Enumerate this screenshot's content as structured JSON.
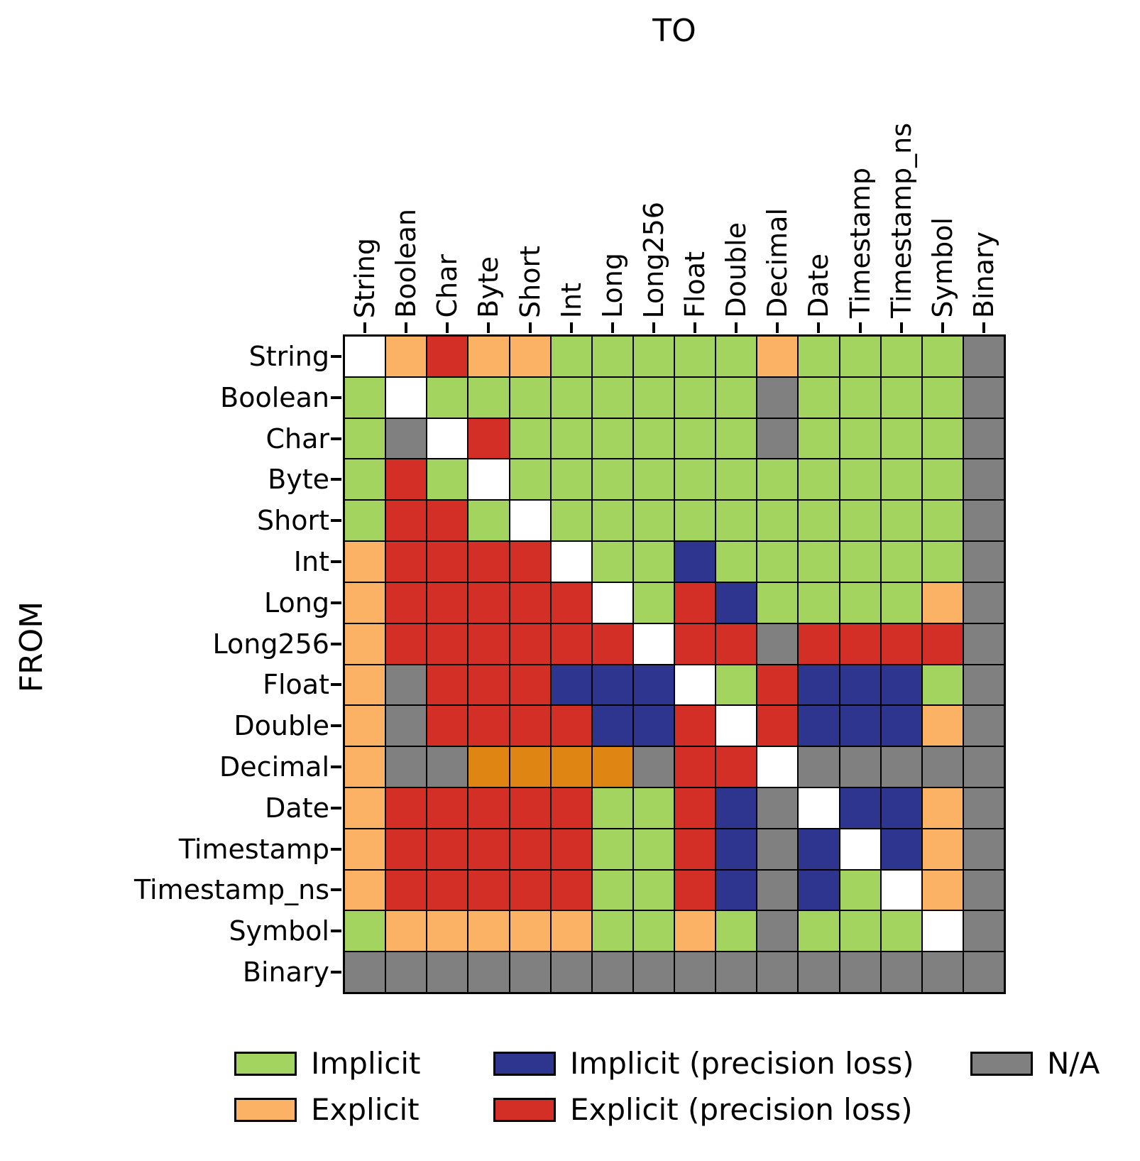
{
  "chart_data": {
    "type": "heatmap",
    "title": "TO",
    "ylabel": "FROM",
    "axis_title_position": {
      "x_title": "top",
      "y_title": "left"
    },
    "categories": [
      "String",
      "Boolean",
      "Char",
      "Byte",
      "Short",
      "Int",
      "Long",
      "Long256",
      "Float",
      "Double",
      "Decimal",
      "Date",
      "Timestamp",
      "Timestamp_ns",
      "Symbol",
      "Binary"
    ],
    "row_axis": "FROM",
    "col_axis": "TO",
    "legend": [
      {
        "key": "I",
        "label": "Implicit",
        "color": "#a2d45f"
      },
      {
        "key": "E",
        "label": "Explicit",
        "color": "#fbb264"
      },
      {
        "key": "IP",
        "label": "Implicit (precision loss)",
        "color": "#2e358f"
      },
      {
        "key": "EP",
        "label": "Explicit (precision loss)",
        "color": "#d32f27"
      },
      {
        "key": "NA",
        "label": "N/A",
        "color": "#808080"
      }
    ],
    "extra_colors": {
      "self": "#ffffff",
      "E2": "#de8514"
    },
    "grid_line_color": "#000000",
    "matrix": [
      [
        "self",
        "E",
        "EP",
        "E",
        "E",
        "I",
        "I",
        "I",
        "I",
        "I",
        "E",
        "I",
        "I",
        "I",
        "I",
        "NA"
      ],
      [
        "I",
        "self",
        "I",
        "I",
        "I",
        "I",
        "I",
        "I",
        "I",
        "I",
        "NA",
        "I",
        "I",
        "I",
        "I",
        "NA"
      ],
      [
        "I",
        "NA",
        "self",
        "EP",
        "I",
        "I",
        "I",
        "I",
        "I",
        "I",
        "NA",
        "I",
        "I",
        "I",
        "I",
        "NA"
      ],
      [
        "I",
        "EP",
        "I",
        "self",
        "I",
        "I",
        "I",
        "I",
        "I",
        "I",
        "I",
        "I",
        "I",
        "I",
        "I",
        "NA"
      ],
      [
        "I",
        "EP",
        "EP",
        "I",
        "self",
        "I",
        "I",
        "I",
        "I",
        "I",
        "I",
        "I",
        "I",
        "I",
        "I",
        "NA"
      ],
      [
        "E",
        "EP",
        "EP",
        "EP",
        "EP",
        "self",
        "I",
        "I",
        "IP",
        "I",
        "I",
        "I",
        "I",
        "I",
        "I",
        "NA"
      ],
      [
        "E",
        "EP",
        "EP",
        "EP",
        "EP",
        "EP",
        "self",
        "I",
        "EP",
        "IP",
        "I",
        "I",
        "I",
        "I",
        "E",
        "NA"
      ],
      [
        "E",
        "EP",
        "EP",
        "EP",
        "EP",
        "EP",
        "EP",
        "self",
        "EP",
        "EP",
        "NA",
        "EP",
        "EP",
        "EP",
        "EP",
        "NA"
      ],
      [
        "E",
        "NA",
        "EP",
        "EP",
        "EP",
        "IP",
        "IP",
        "IP",
        "self",
        "I",
        "EP",
        "IP",
        "IP",
        "IP",
        "I",
        "NA"
      ],
      [
        "E",
        "NA",
        "EP",
        "EP",
        "EP",
        "EP",
        "IP",
        "IP",
        "EP",
        "self",
        "EP",
        "IP",
        "IP",
        "IP",
        "E",
        "NA"
      ],
      [
        "E",
        "NA",
        "NA",
        "E2",
        "E2",
        "E2",
        "E2",
        "NA",
        "EP",
        "EP",
        "self",
        "NA",
        "NA",
        "NA",
        "NA",
        "NA"
      ],
      [
        "E",
        "EP",
        "EP",
        "EP",
        "EP",
        "EP",
        "I",
        "I",
        "EP",
        "IP",
        "NA",
        "self",
        "IP",
        "IP",
        "E",
        "NA"
      ],
      [
        "E",
        "EP",
        "EP",
        "EP",
        "EP",
        "EP",
        "I",
        "I",
        "EP",
        "IP",
        "NA",
        "IP",
        "self",
        "IP",
        "E",
        "NA"
      ],
      [
        "E",
        "EP",
        "EP",
        "EP",
        "EP",
        "EP",
        "I",
        "I",
        "EP",
        "IP",
        "NA",
        "IP",
        "I",
        "self",
        "E",
        "NA"
      ],
      [
        "I",
        "E",
        "E",
        "E",
        "E",
        "E",
        "I",
        "I",
        "E",
        "I",
        "NA",
        "I",
        "I",
        "I",
        "self",
        "NA"
      ],
      [
        "NA",
        "NA",
        "NA",
        "NA",
        "NA",
        "NA",
        "NA",
        "NA",
        "NA",
        "NA",
        "NA",
        "NA",
        "NA",
        "NA",
        "NA",
        "NA"
      ]
    ]
  }
}
